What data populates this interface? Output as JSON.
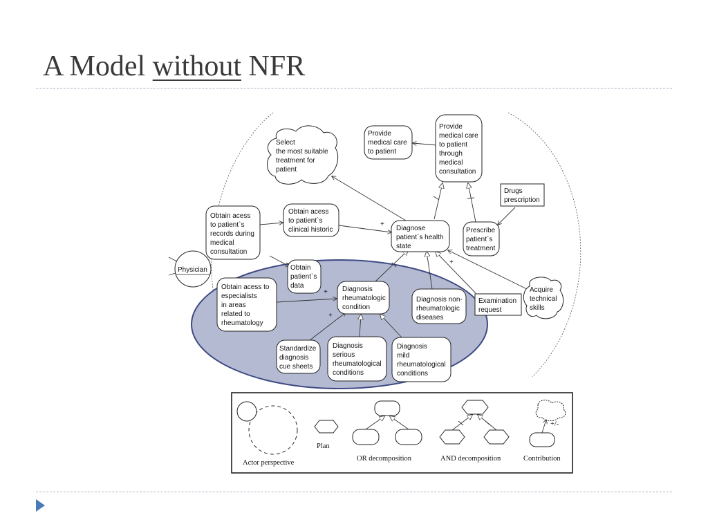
{
  "slide": {
    "title_prefix": "A Model ",
    "title_emphasis": "without",
    "title_suffix": " NFR"
  },
  "diagram": {
    "actor": "Physician",
    "goals": {
      "provide_care": [
        "Provide",
        "medical care",
        "to patient"
      ],
      "provide_care_consult": [
        "Provide",
        "medical care",
        "to patient",
        "through",
        "medical",
        "consultation"
      ],
      "obtain_records": [
        "Obtain acess",
        "to patient`s",
        "records during",
        "medical",
        "consultation"
      ],
      "obtain_historic": [
        "Obtain acess",
        "to patient`s",
        "clinical historic"
      ],
      "diagnose": [
        "Diagnose",
        "patient`s health",
        "state"
      ],
      "prescribe": [
        "Prescribe",
        "patient`s",
        "treatment"
      ],
      "obtain_data": [
        "Obtain",
        "patient`s",
        "data"
      ],
      "obtain_especialists": [
        "Obtain acess to",
        "especialists",
        "in areas",
        "related to",
        "rheumatology"
      ],
      "diag_rheum": [
        "Diagnosis",
        "rheumatologic",
        "condition"
      ],
      "diag_non_rheum": [
        "Diagnosis non-",
        "rheumatologic",
        "diseases"
      ],
      "standardize": [
        "Standardize",
        "diagnosis",
        "cue sheets"
      ],
      "diag_serious": [
        "Diagnosis",
        "serious",
        "rheumatological",
        "conditions"
      ],
      "diag_mild": [
        "Diagnosis",
        "mild",
        "rheumatological",
        "conditions"
      ]
    },
    "softgoals": {
      "select_treatment": [
        "Select",
        "the most suitable",
        "treatment for",
        "patient"
      ],
      "acquire_skills": [
        "Acquire",
        "technical",
        "skills"
      ]
    },
    "resources": {
      "drugs": [
        "Drugs",
        "prescription"
      ],
      "exam": [
        "Examination",
        "request"
      ]
    },
    "contribution_labels": [
      "+",
      "+",
      "+",
      "+"
    ],
    "colors": {
      "highlight_fill": "#b4bad2",
      "highlight_stroke": "#3e4a84",
      "accent": "#4a7ab8"
    }
  },
  "legend": {
    "actor_perspective": "Actor perspective",
    "plan": "Plan",
    "or_decomposition": "OR decomposition",
    "and_decomposition": "AND decomposition",
    "contribution": "Contribution",
    "contribution_sign": "+/-"
  }
}
